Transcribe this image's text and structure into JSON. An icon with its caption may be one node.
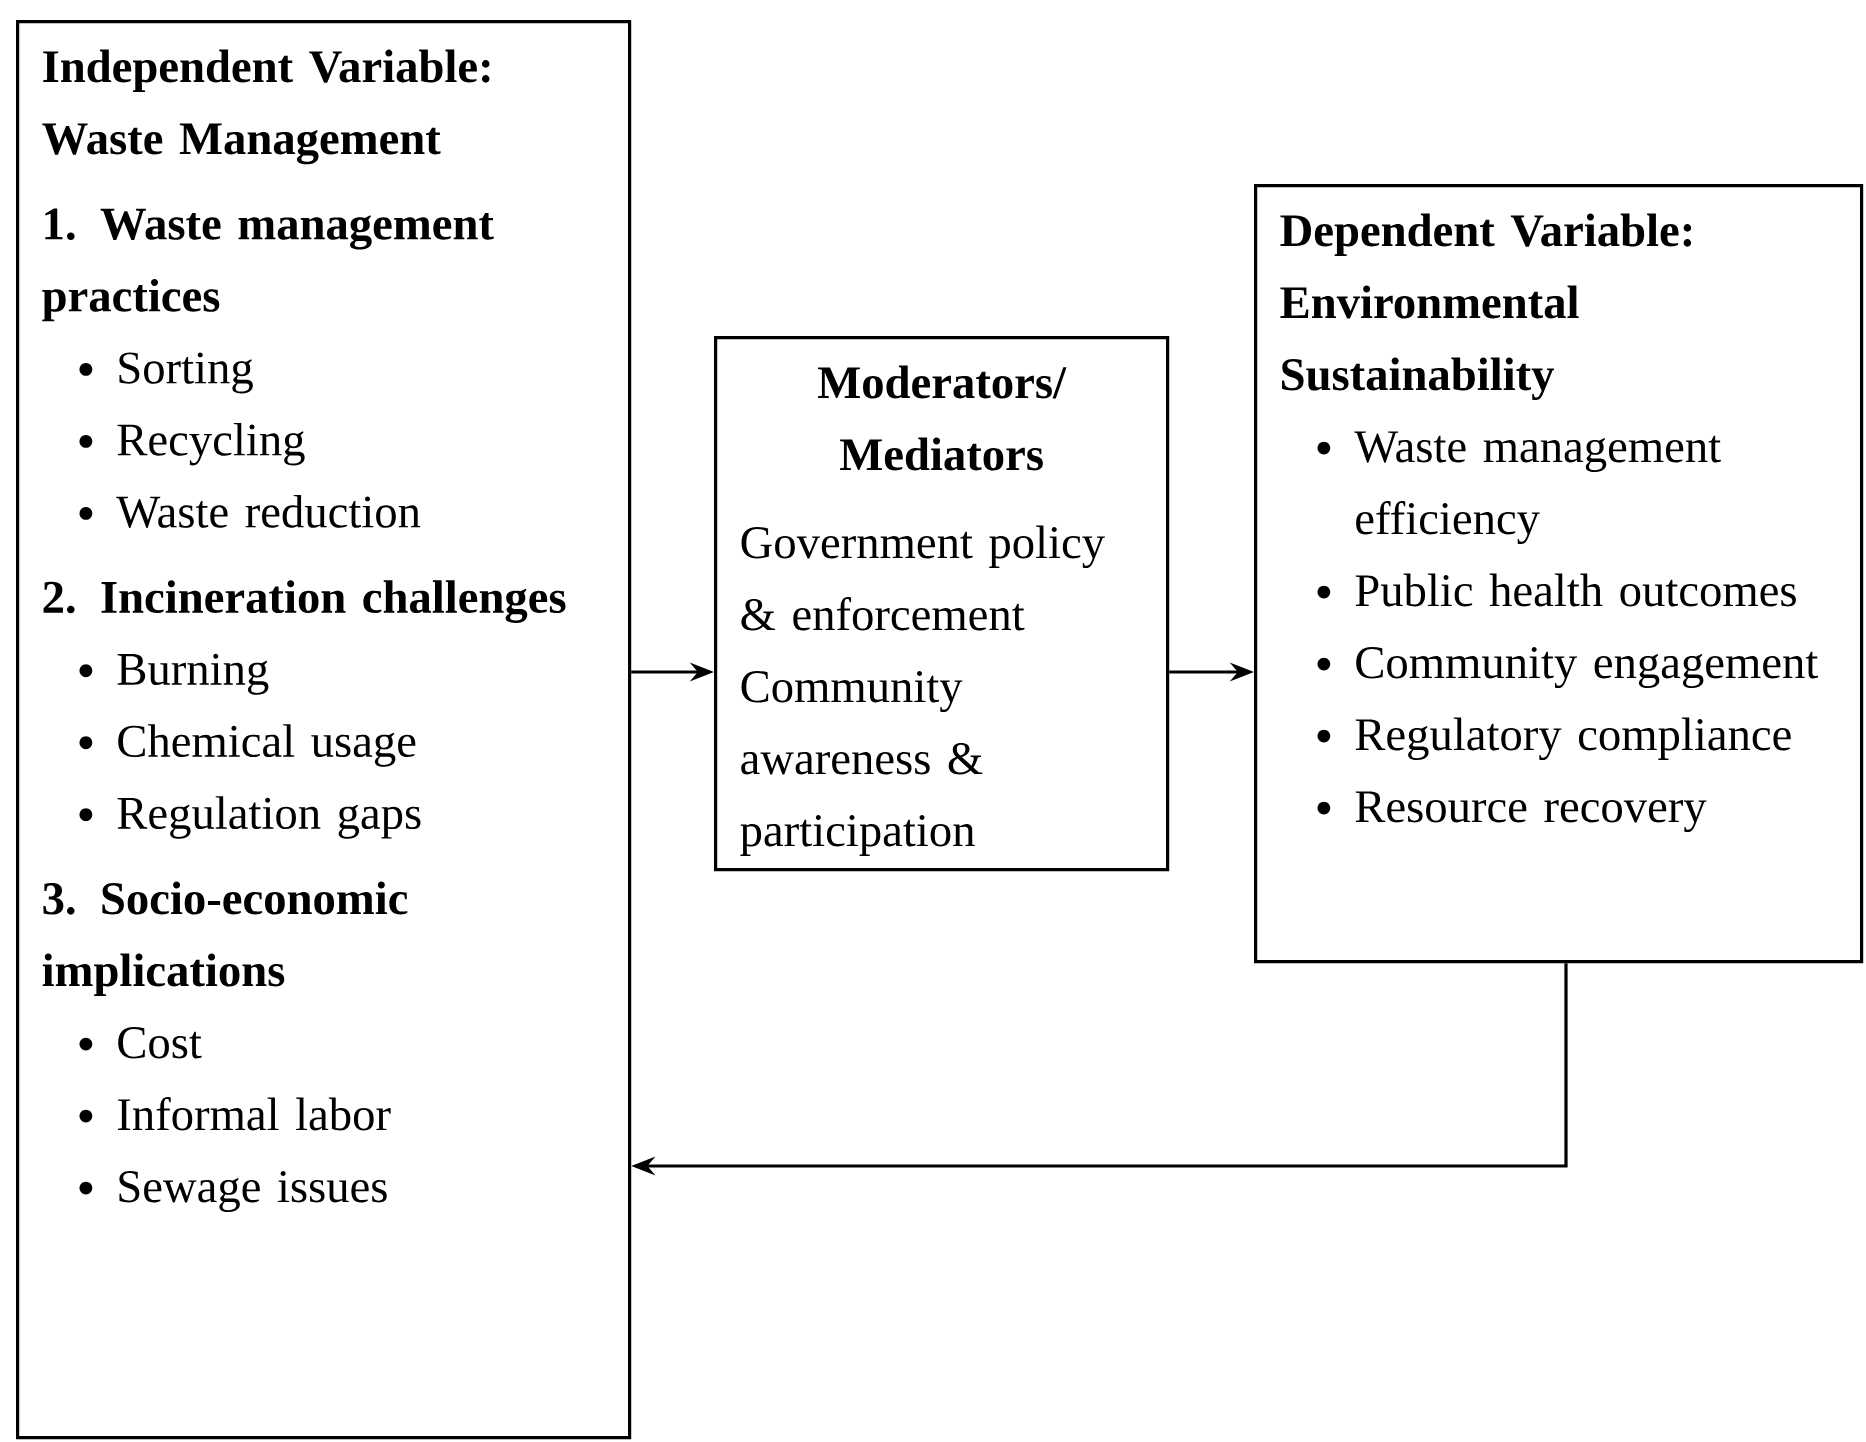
{
  "diagram": {
    "nodes": [
      {
        "text": [
          "Independent Variable: Waste Management",
          "1. Waste management practices",
          "Sorting",
          "Recycling",
          "Waste reduction",
          "2. Incineration challenges",
          "Burning",
          "Chemical usage",
          "Regulation gaps",
          "3. Socio-economic implications",
          "Cost",
          "Informal labor",
          "Sewage issues"
        ]
      },
      {
        "text": [
          "Moderators/ Mediators",
          "Government policy & enforcement",
          "Community awareness & participation"
        ]
      },
      {
        "text": [
          "Dependent Variable: Environmental Sustainability",
          "Waste management efficiency",
          "Public health outcomes",
          "Community engagement",
          "Regulatory compliance",
          "Resource recovery"
        ]
      }
    ],
    "edges": [
      {
        "from": 0,
        "to": 1,
        "arrow": "to"
      },
      {
        "from": 1,
        "to": 2,
        "arrow": "to"
      },
      {
        "from": 2,
        "to": 0,
        "arrow": "to"
      }
    ]
  }
}
